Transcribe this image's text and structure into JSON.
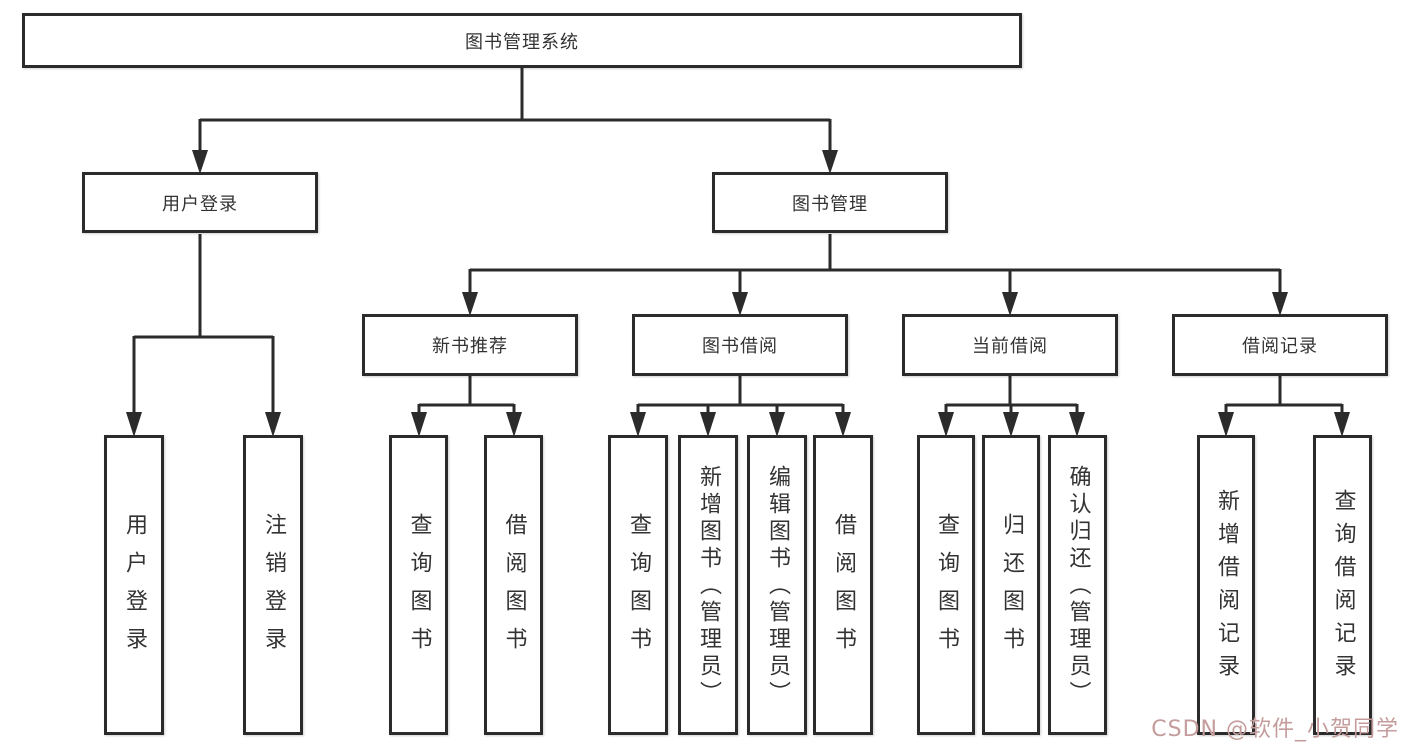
{
  "diagram": {
    "root": "图书管理系统",
    "branches": {
      "user_login": {
        "label": "用户登录",
        "children": [
          "用户登录",
          "注销登录"
        ]
      },
      "book_management": {
        "label": "图书管理",
        "groups": [
          {
            "label": "新书推荐",
            "children": [
              "查询图书",
              "借阅图书"
            ]
          },
          {
            "label": "图书借阅",
            "children": [
              "查询图书",
              "新增图书（管理员）",
              "编辑图书（管理员）",
              "借阅图书"
            ]
          },
          {
            "label": "当前借阅",
            "children": [
              "查询图书",
              "归还图书",
              "确认归还（管理员）"
            ]
          },
          {
            "label": "借阅记录",
            "children": [
              "新增借阅记录",
              "查询借阅记录"
            ]
          }
        ]
      }
    }
  },
  "watermark": {
    "text": "CSDN @软件_小贺同学",
    "color": "#c49c9c"
  },
  "colors": {
    "line": "#2b2b2b",
    "box_border": "#2b2b2b",
    "text": "#333333",
    "background": "#ffffff"
  }
}
